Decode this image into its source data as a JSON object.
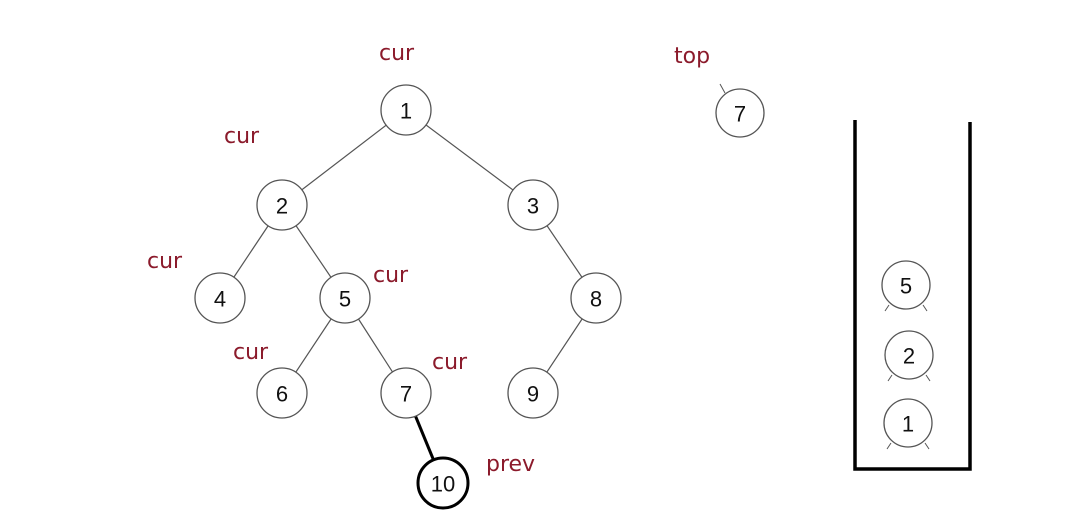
{
  "tree": {
    "nodes": [
      {
        "id": "n1",
        "value": "1"
      },
      {
        "id": "n2",
        "value": "2"
      },
      {
        "id": "n3",
        "value": "3"
      },
      {
        "id": "n4",
        "value": "4"
      },
      {
        "id": "n5",
        "value": "5"
      },
      {
        "id": "n8",
        "value": "8"
      },
      {
        "id": "n6",
        "value": "6"
      },
      {
        "id": "n7",
        "value": "7"
      },
      {
        "id": "n9",
        "value": "9"
      },
      {
        "id": "n10",
        "value": "10",
        "highlight": true
      }
    ],
    "edges": [
      [
        "n1",
        "n2"
      ],
      [
        "n1",
        "n3"
      ],
      [
        "n2",
        "n4"
      ],
      [
        "n2",
        "n5"
      ],
      [
        "n3",
        "n8"
      ],
      [
        "n5",
        "n6"
      ],
      [
        "n5",
        "n7"
      ],
      [
        "n8",
        "n9"
      ],
      [
        "n7",
        "n10"
      ]
    ],
    "labels": [
      "cur",
      "cur",
      "cur",
      "cur",
      "cur",
      "cur",
      "prev"
    ]
  },
  "stack": {
    "top_label": "top",
    "top_value": "7",
    "items": [
      "5",
      "2",
      "1"
    ]
  }
}
